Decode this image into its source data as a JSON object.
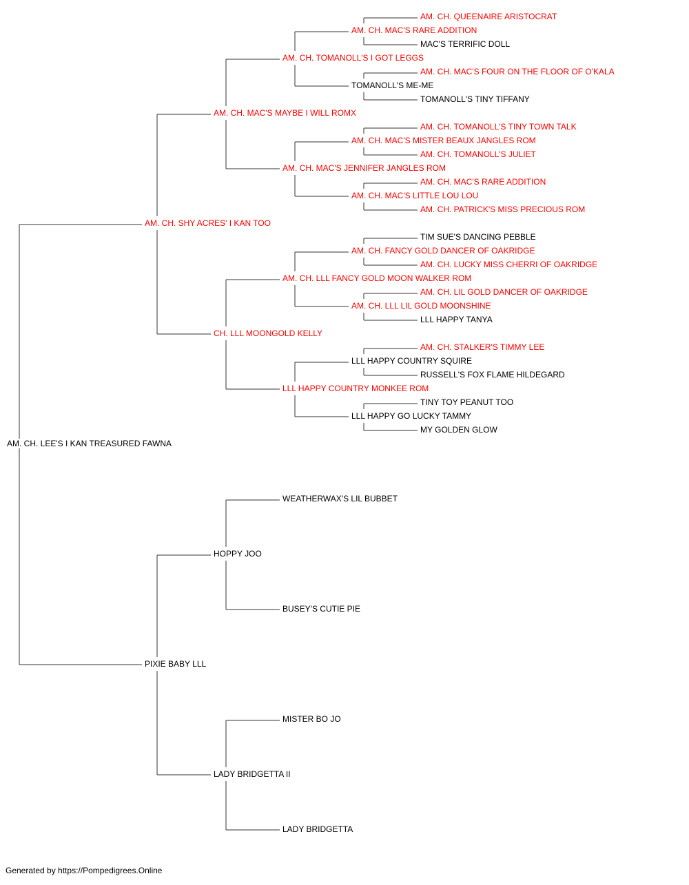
{
  "colors": {
    "champion": "#ff0000",
    "regular": "#000000",
    "connector": "#333333"
  },
  "pedigree": {
    "name": "AM. CH. LEE'S I KAN TREASURED FAWNA",
    "champion": false,
    "sire": {
      "name": "AM. CH. SHY ACRES' I KAN TOO",
      "champion": true,
      "sire": {
        "name": "AM. CH. MAC'S MAYBE I WILL ROMX",
        "champion": true,
        "sire": {
          "name": "AM. CH. TOMANOLL'S I GOT LEGGS",
          "champion": true,
          "sire": {
            "name": "AM. CH. MAC'S RARE ADDITION",
            "champion": true,
            "sire": {
              "name": "AM. CH. QUEENAIRE ARISTOCRAT",
              "champion": true
            },
            "dam": {
              "name": "MAC'S TERRIFIC DOLL",
              "champion": false
            }
          },
          "dam": {
            "name": "TOMANOLL'S ME-ME",
            "champion": false,
            "sire": {
              "name": "AM. CH. MAC'S FOUR ON THE FLOOR OF O'KALA",
              "champion": true
            },
            "dam": {
              "name": "TOMANOLL'S TINY TIFFANY",
              "champion": false
            }
          }
        },
        "dam": {
          "name": "AM. CH. MAC'S JENNIFER JANGLES ROM",
          "champion": true,
          "sire": {
            "name": "AM. CH. MAC'S MISTER BEAUX JANGLES ROM",
            "champion": true,
            "sire": {
              "name": "AM. CH. TOMANOLL'S TINY TOWN TALK",
              "champion": true
            },
            "dam": {
              "name": "AM. CH. TOMANOLL'S JULIET",
              "champion": true
            }
          },
          "dam": {
            "name": "AM. CH. MAC'S LITTLE LOU LOU",
            "champion": true,
            "sire": {
              "name": "AM. CH. MAC'S RARE ADDITION",
              "champion": true
            },
            "dam": {
              "name": "AM. CH. PATRICK'S MISS PRECIOUS ROM",
              "champion": true
            }
          }
        }
      },
      "dam": {
        "name": "CH. LLL MOONGOLD KELLY",
        "champion": true,
        "sire": {
          "name": "AM. CH. LLL FANCY GOLD MOON WALKER ROM",
          "champion": true,
          "sire": {
            "name": "AM. CH. FANCY GOLD DANCER OF OAKRIDGE",
            "champion": true,
            "sire": {
              "name": "TIM SUE'S DANCING PEBBLE",
              "champion": false
            },
            "dam": {
              "name": "AM. CH. LUCKY MISS CHERRI OF OAKRIDGE",
              "champion": true
            }
          },
          "dam": {
            "name": "AM. CH. LLL LIL GOLD MOONSHINE",
            "champion": true,
            "sire": {
              "name": "AM. CH. LIL GOLD DANCER OF OAKRIDGE",
              "champion": true
            },
            "dam": {
              "name": "LLL HAPPY TANYA",
              "champion": false
            }
          }
        },
        "dam": {
          "name": "LLL HAPPY COUNTRY MONKEE ROM",
          "champion": true,
          "sire": {
            "name": "LLL HAPPY COUNTRY SQUIRE",
            "champion": false,
            "sire": {
              "name": "AM. CH. STALKER'S TIMMY LEE",
              "champion": true
            },
            "dam": {
              "name": "RUSSELL'S FOX FLAME HILDEGARD",
              "champion": false
            }
          },
          "dam": {
            "name": "LLL HAPPY GO LUCKY TAMMY",
            "champion": false,
            "sire": {
              "name": "TINY TOY PEANUT TOO",
              "champion": false
            },
            "dam": {
              "name": "MY GOLDEN GLOW",
              "champion": false
            }
          }
        }
      }
    },
    "dam": {
      "name": "PIXIE BABY LLL",
      "champion": false,
      "sire": {
        "name": "HOPPY JOO",
        "champion": false,
        "sire": {
          "name": "WEATHERWAX'S LIL BUBBET",
          "champion": false
        },
        "dam": {
          "name": "BUSEY'S CUTIE PIE",
          "champion": false
        }
      },
      "dam": {
        "name": "LADY BRIDGETTA II",
        "champion": false,
        "sire": {
          "name": "MISTER BO JO",
          "champion": false
        },
        "dam": {
          "name": "LADY BRIDGETTA",
          "champion": false
        }
      }
    }
  },
  "footer": {
    "text": "Generated by https://Pompedigrees.Online"
  }
}
